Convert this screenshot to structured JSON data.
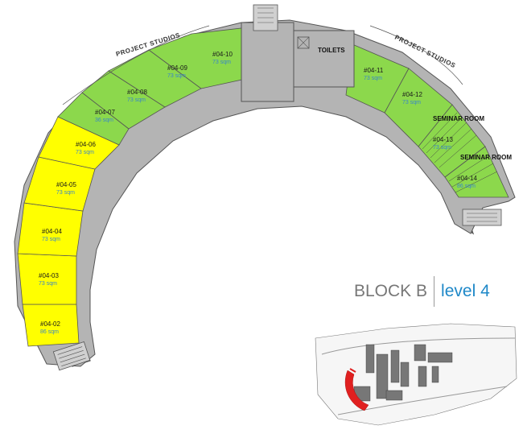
{
  "title": {
    "block": "BLOCK B",
    "level": "level 4"
  },
  "section_labels": {
    "left": "PROJECT STUDIOS",
    "right": "PROJECT STUDIOS"
  },
  "facilities": {
    "toilets": "TOILETS"
  },
  "rooms": [
    {
      "id": "#04-02",
      "area": "86 sqm",
      "color": "#ffff00"
    },
    {
      "id": "#04-03",
      "area": "73 sqm",
      "color": "#ffff00"
    },
    {
      "id": "#04-04",
      "area": "73 sqm",
      "color": "#ffff00"
    },
    {
      "id": "#04-05",
      "area": "73 sqm",
      "color": "#ffff00"
    },
    {
      "id": "#04-06",
      "area": "73 sqm",
      "color": "#ffff00"
    },
    {
      "id": "#04-07",
      "area": "36 sqm",
      "color": "#8cd84c"
    },
    {
      "id": "#04-08",
      "area": "73 sqm",
      "color": "#8cd84c"
    },
    {
      "id": "#04-09",
      "area": "73 sqm",
      "color": "#8cd84c"
    },
    {
      "id": "#04-10",
      "area": "73 sqm",
      "color": "#8cd84c"
    },
    {
      "id": "#04-11",
      "area": "73 sqm",
      "color": "#8cd84c"
    },
    {
      "id": "#04-12",
      "area": "73 sqm",
      "color": "#8cd84c"
    },
    {
      "name": "SEMINAR ROOM",
      "id": "#04-13",
      "area": "73 sqm",
      "color": "#8cd84c"
    },
    {
      "name": "SEMINAR ROOM",
      "id": "#04-14",
      "area": "86 sqm",
      "color": "#8cd84c"
    }
  ],
  "colors": {
    "corridor": "#b4b4b4",
    "outline": "#555555",
    "yellow": "#ffff00",
    "green": "#8cd84c",
    "highlight": "#e02020"
  }
}
